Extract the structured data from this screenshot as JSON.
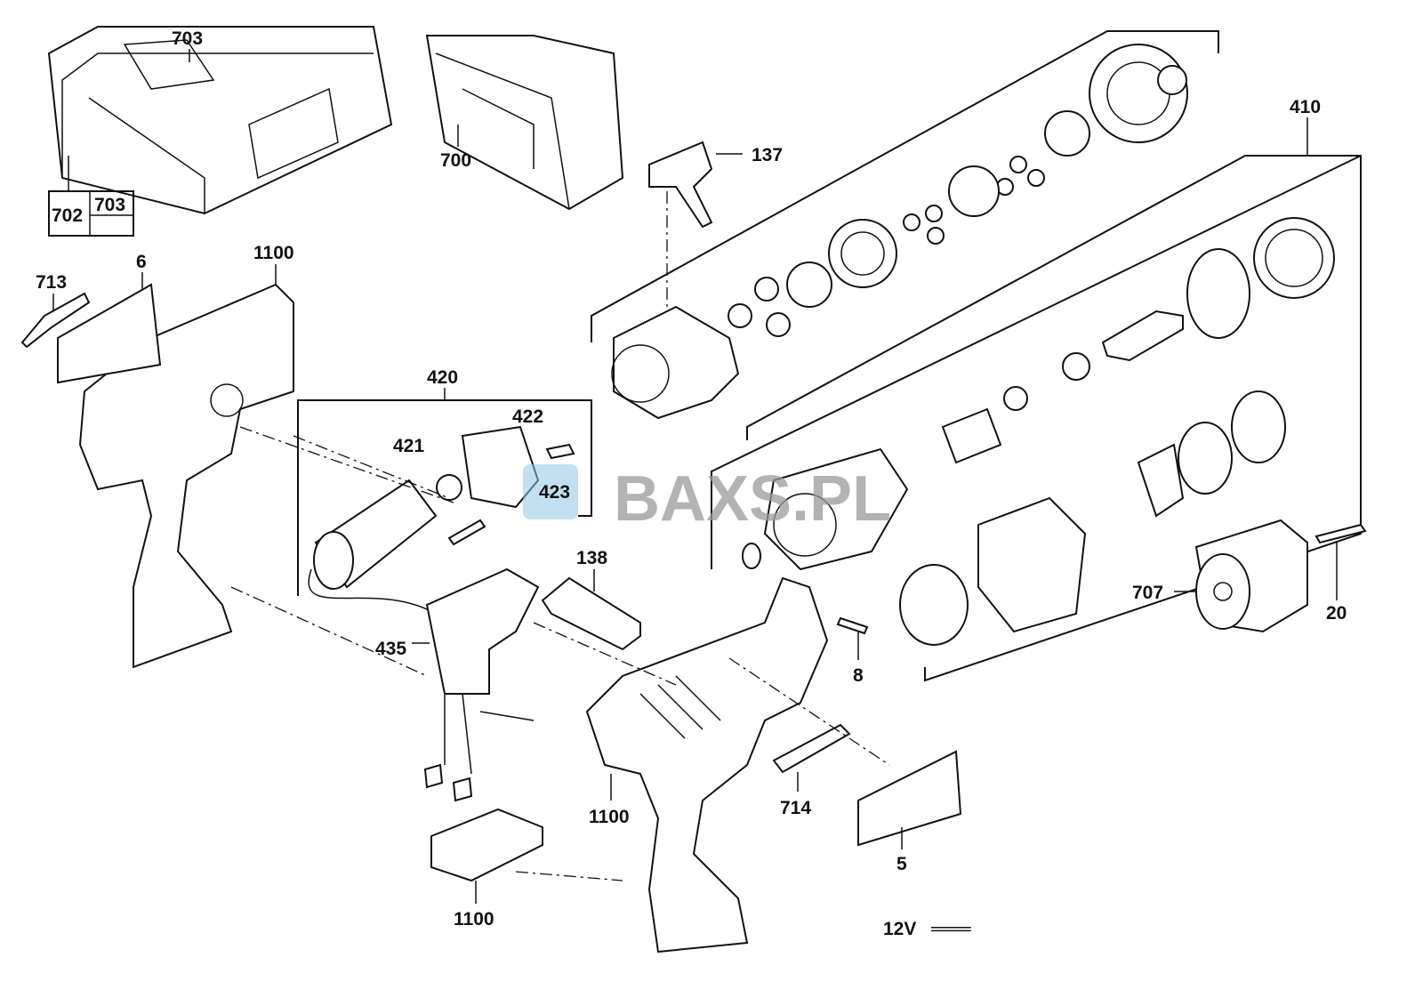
{
  "diagram": {
    "labels": {
      "case_top": "703",
      "case_box_left": "702",
      "case_box_right": "703",
      "case_open": "700",
      "switch_slider": "137",
      "gearbox_group": "410",
      "bit_left": "713",
      "label_small": "6",
      "housing_left": "1100",
      "motor_group": "420",
      "motor_plate": "422",
      "pinion": "421",
      "motor_screw": "423",
      "belt_clip": "138",
      "switch": "435",
      "chuck": "707",
      "chuck_screw": "20",
      "housing_screw": "8",
      "housing_right": "1100",
      "bit_right": "714",
      "nameplate": "5",
      "battery_contact": "1100",
      "voltage": "12V",
      "dc_symbol": "═══"
    },
    "watermark": "BAXS.PL"
  }
}
